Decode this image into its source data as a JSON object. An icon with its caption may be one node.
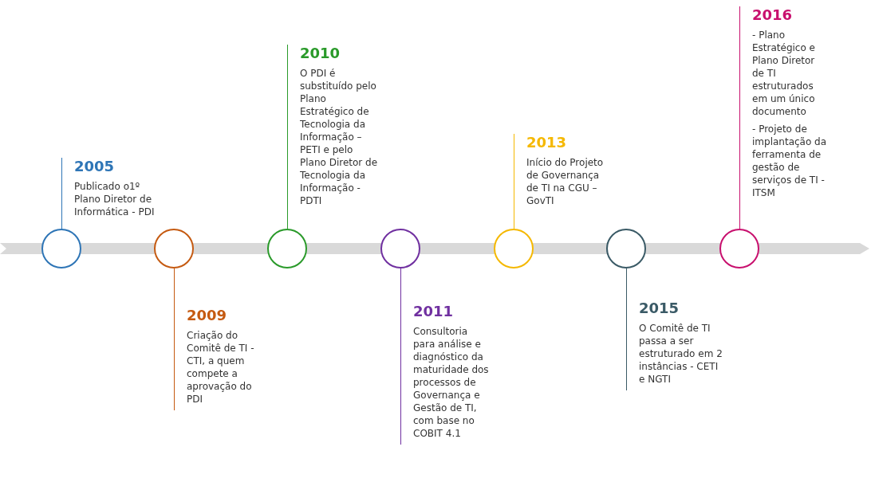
{
  "diagram": {
    "nodes": [
      {
        "text": [
          "2005",
          "Publicado o1º Plano Diretor de Informática - PDI"
        ]
      },
      {
        "text": [],
        "shape": "circle"
      },
      {
        "text": [
          "2009",
          "Criação do Comitê de TI - CTI, a quem compete a aprovação do PDI"
        ]
      },
      {
        "text": [],
        "shape": "circle"
      },
      {
        "text": [
          "2010",
          "O PDI é substituído pelo Plano Estratégico de Tecnologia da Informação – PETI e pelo Plano Diretor de Tecnologia da Informação - PDTI"
        ]
      },
      {
        "text": [],
        "shape": "circle"
      },
      {
        "text": [
          "2011",
          "Consultoria para análise e diagnóstico da maturidade dos processos de Governança e Gestão de TI, com base no COBIT 4.1"
        ]
      },
      {
        "text": [],
        "shape": "circle"
      },
      {
        "text": [
          "2013",
          "Início do Projeto de Governança de TI na CGU – GovTI"
        ]
      },
      {
        "text": [],
        "shape": "circle"
      },
      {
        "text": [
          "2015",
          "O Comitê de TI passa a ser estruturado em 2 instâncias - CETI e NGTI"
        ]
      },
      {
        "text": [],
        "shape": "circle"
      },
      {
        "text": [
          "2016",
          "- Plano Estratégico e Plano Diretor de TI estruturados em um único documento",
          "- Projeto de implantação da ferramenta de gestão de serviços de TI - ITSM"
        ]
      },
      {
        "text": [],
        "shape": "circle"
      }
    ],
    "edges": [
      {
        "from": 0,
        "to": 1,
        "arrow": "none",
        "color": "#2e75b6"
      },
      {
        "from": 2,
        "to": 3,
        "arrow": "none",
        "color": "#c55a11"
      },
      {
        "from": 4,
        "to": 5,
        "arrow": "none",
        "color": "#2a9a2a"
      },
      {
        "from": 6,
        "to": 7,
        "arrow": "none",
        "color": "#7030a0"
      },
      {
        "from": 8,
        "to": 9,
        "arrow": "none",
        "color": "#f5b800"
      },
      {
        "from": 10,
        "to": 11,
        "arrow": "none",
        "color": "#3a5a66"
      },
      {
        "from": 12,
        "to": 13,
        "arrow": "none",
        "color": "#c8106e"
      }
    ]
  }
}
